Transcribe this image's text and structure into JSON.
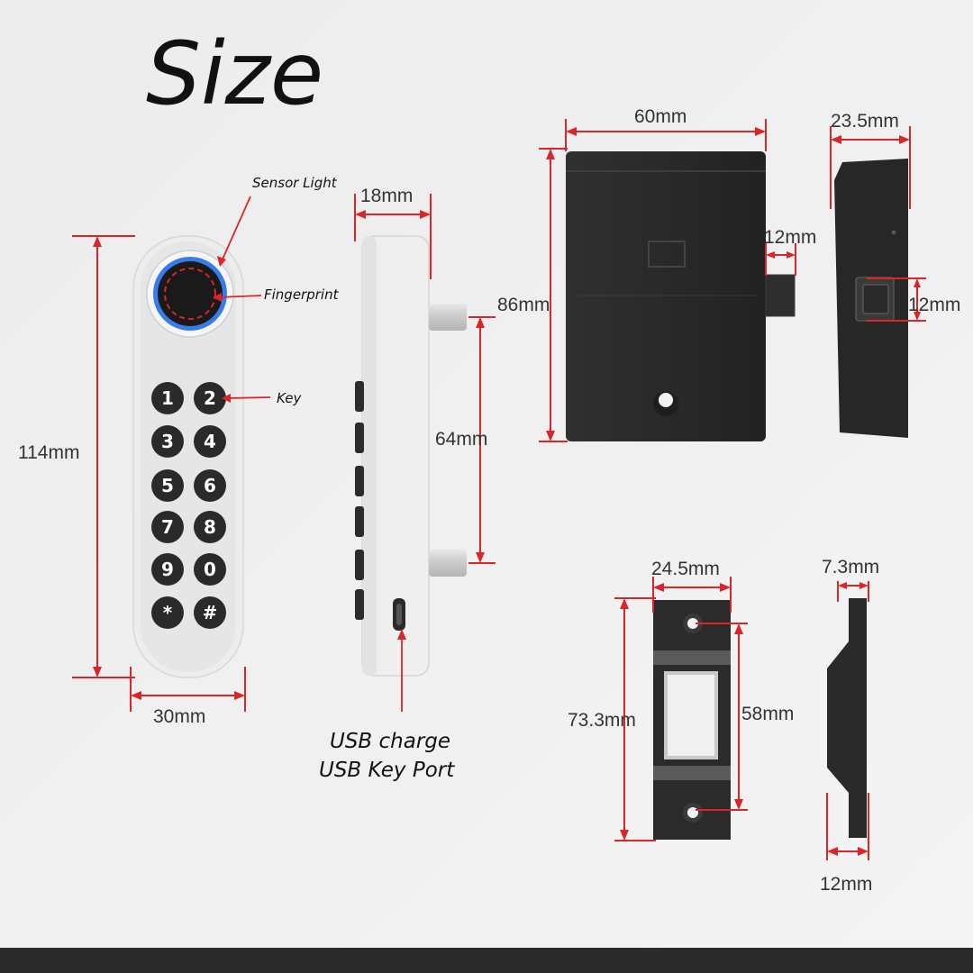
{
  "title": "Size",
  "labels": {
    "sensor_light": "Sensor Light",
    "fingerprint": "Fingerprint",
    "key": "Key",
    "usb_charge": "USB charge",
    "usb_key_port": "USB Key Port"
  },
  "dimensions": {
    "keypad_height": "114mm",
    "keypad_width": "30mm",
    "side_depth": "18mm",
    "post_spacing": "64mm",
    "lock_width": "60mm",
    "lock_height": "86mm",
    "bolt_width": "12mm",
    "lock_depth": "23.5mm",
    "bolt_side": "12mm",
    "strike_width": "24.5mm",
    "strike_height": "73.3mm",
    "strike_hole_spacing": "58mm",
    "strike_thickness": "7.3mm",
    "strike_side_depth": "12mm"
  },
  "keypad_keys": [
    "1",
    "2",
    "3",
    "4",
    "5",
    "6",
    "7",
    "8",
    "9",
    "0",
    "*",
    "#"
  ],
  "colors": {
    "dimension_line": "#d9262b",
    "lock_body": "#2b2b2b",
    "keypad_body": "#eeeeee",
    "key_button": "#2a2a2a",
    "sensor_ring": "#2f6fe0"
  }
}
